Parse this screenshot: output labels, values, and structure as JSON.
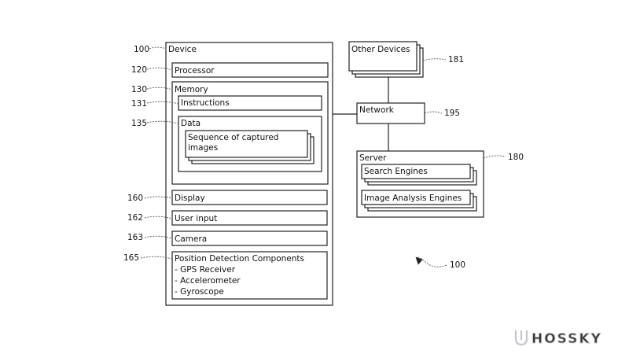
{
  "device": {
    "title": "Device",
    "ref": "100",
    "processor": {
      "label": "Processor",
      "ref": "120"
    },
    "memory": {
      "label": "Memory",
      "ref": "130",
      "instructions": {
        "label": "Instructions",
        "ref": "131"
      },
      "data": {
        "label": "Data",
        "ref": "135",
        "sequence_line1": "Sequence of captured",
        "sequence_line2": "images"
      }
    },
    "display": {
      "label": "Display",
      "ref": "160"
    },
    "user_input": {
      "label": "User input",
      "ref": "162"
    },
    "camera": {
      "label": "Camera",
      "ref": "163"
    },
    "position": {
      "label": "Position Detection Components",
      "ref": "165",
      "items": [
        "- GPS Receiver",
        "- Accelerometer",
        "- Gyroscope"
      ]
    }
  },
  "other_devices": {
    "label": "Other Devices",
    "ref": "181"
  },
  "network": {
    "label": "Network",
    "ref": "195"
  },
  "server": {
    "label": "Server",
    "ref": "180",
    "search_engines": "Search Engines",
    "image_analysis_engines": "Image Analysis Engines"
  },
  "system_ref": "100",
  "watermark": "HOSSKY"
}
